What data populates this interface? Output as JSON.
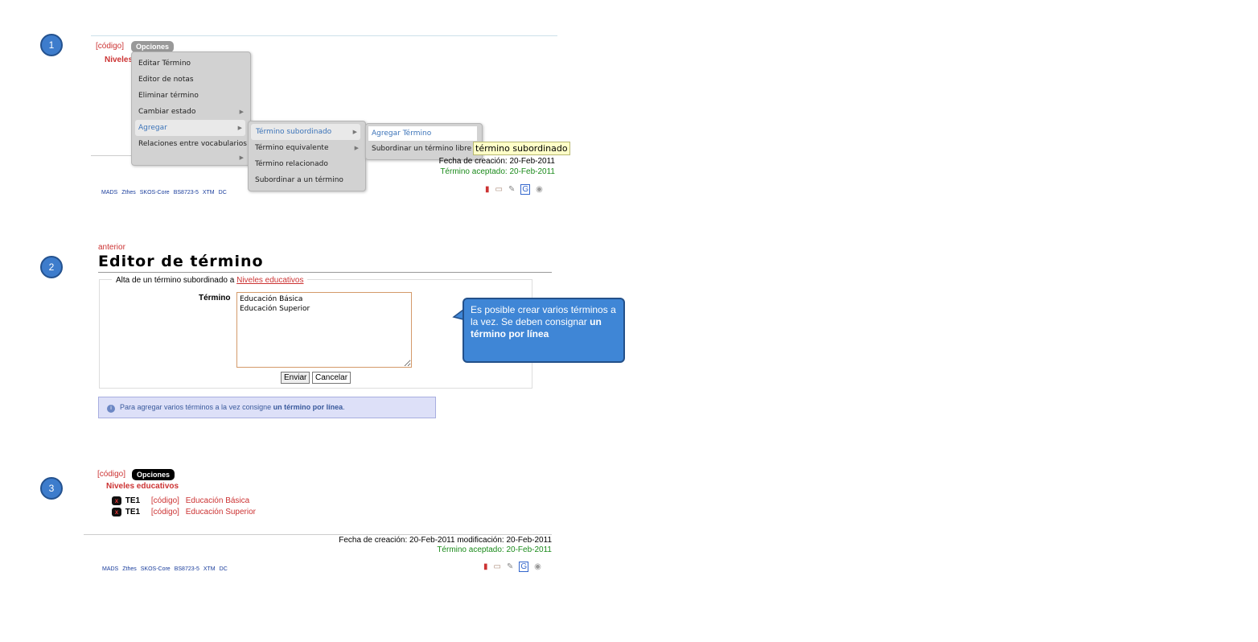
{
  "steps": [
    "1",
    "2",
    "3"
  ],
  "panel1": {
    "codigo": "[código]",
    "opciones": "Opciones",
    "term_title_partial": "Niveles",
    "menu": [
      "Editar Término",
      "Editor de notas",
      "Eliminar término",
      "Cambiar estado",
      "Agregar",
      "Relaciones entre vocabularios"
    ],
    "submenu": [
      "Término subordinado",
      "Término equivalente",
      "Término relacionado",
      "Subordinar a un término"
    ],
    "subsubmenu": [
      "Agregar Término",
      "Subordinar un término libre"
    ],
    "tooltip": "término subordinado",
    "fecha_creacion": "Fecha de creación: 20-Feb-2011",
    "aceptado": "Término aceptado: 20-Feb-2011"
  },
  "footer_links": [
    "MADS",
    "Zthes",
    "SKOS-Core",
    "BS8723-5",
    "XTM",
    "DC"
  ],
  "panel2": {
    "back": "anterior",
    "title": "Editor de término",
    "legend_prefix": "Alta de un término subordinado a",
    "legend_link": "Niveles educativos",
    "field_label": "Término",
    "textarea_value": "Educación Básica\nEducación Superior",
    "submit": "Enviar",
    "cancel": "Cancelar",
    "info_prefix": "Para agregar varios términos a la vez consigne",
    "info_bold": "un término por línea",
    "info_suffix": ".",
    "callout_text": "Es posible crear varios términos a la vez. Se deben consignar",
    "callout_bold": "un término por línea"
  },
  "panel3": {
    "codigo": "[código]",
    "opciones": "Opciones",
    "term_title": "Niveles educativos",
    "rows": [
      {
        "rel": "TE1",
        "code": "[código]",
        "term": "Educación Básica"
      },
      {
        "rel": "TE1",
        "code": "[código]",
        "term": "Educación Superior"
      }
    ],
    "fecha": "Fecha de creación: 20-Feb-2011 modificación: 20-Feb-2011",
    "aceptado": "Término aceptado: 20-Feb-2011"
  }
}
